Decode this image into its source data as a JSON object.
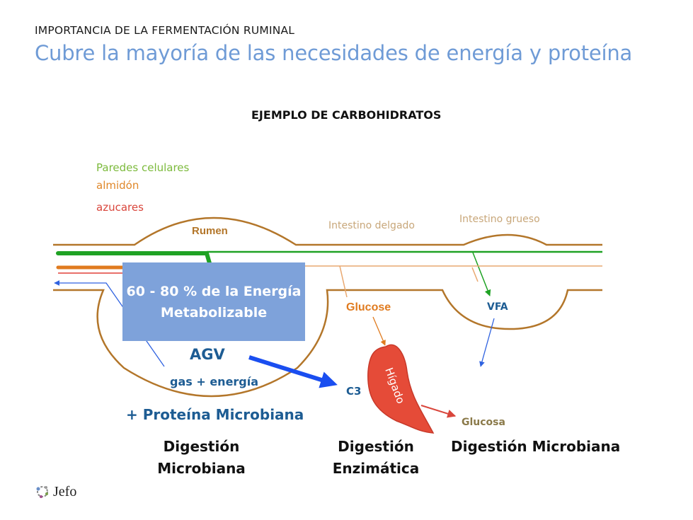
{
  "header": {
    "kicker": "IMPORTANCIA DE LA FERMENTACIÓN RUMINAL",
    "title": "Cubre la mayoría de las necesidades de energía y proteína"
  },
  "diagram": {
    "subtitle": "EJEMPLO DE CARBOHIDRATOS",
    "legend": {
      "cell_walls": "Paredes celulares",
      "starch": "almidón",
      "sugars": "azucares"
    },
    "organs": {
      "rumen": "Rumen",
      "small_intestine": "Intestino delgado",
      "large_intestine": "Intestino grueso",
      "liver": "Hígado"
    },
    "energy_box": {
      "line1": "60 - 80 % de la Energía",
      "line2": "Metabolizable"
    },
    "products": {
      "agv": "AGV",
      "gas_energy": "gas + energía",
      "microbial_protein": "+ Proteína Microbiana",
      "glucose_in": "Glucose",
      "vfa": "VFA",
      "c3": "C3",
      "glucose_out": "Glucosa"
    },
    "digestion_labels": {
      "microbial_1_line1": "Digestión",
      "microbial_1_line2": "Microbiana",
      "enzymatic_line1": "Digestión",
      "enzymatic_line2": "Enzimática",
      "microbial_2": "Digestión Microbiana"
    },
    "colors": {
      "tract": "#b3762a",
      "cell_walls": "#1fa224",
      "starch": "#e07b1f",
      "sugars": "#e8706a",
      "vfa_arrow": "#2f62e0",
      "liver": "#e54b38",
      "energy_box": "#7ea2da"
    }
  },
  "footer": {
    "logo_text": "Jefo"
  }
}
